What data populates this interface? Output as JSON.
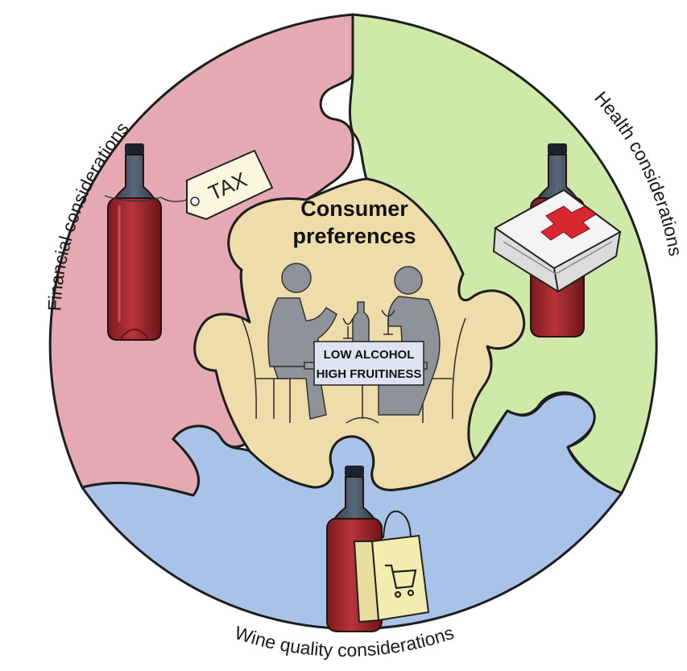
{
  "diagram": {
    "center": {
      "title_line1": "Consumer",
      "title_line2": "preferences",
      "sign_line1": "LOW ALCOHOL",
      "sign_line2": "HIGH FRUITINESS"
    },
    "segments": {
      "financial": {
        "label": "Financial considerations",
        "tag": "TAX",
        "color": "#e4a9b3"
      },
      "health": {
        "label": "Health considerations",
        "color": "#cfe9a8"
      },
      "quality": {
        "label": "Wine quality considerations",
        "color": "#a9c2e8"
      },
      "center_color": "#eedcaa"
    },
    "icons": {
      "financial": "wine-bottle-with-tax-tag",
      "health": "first-aid-kit",
      "quality": "shopping-bag-with-cart",
      "center": "couple-dining-at-table"
    }
  }
}
